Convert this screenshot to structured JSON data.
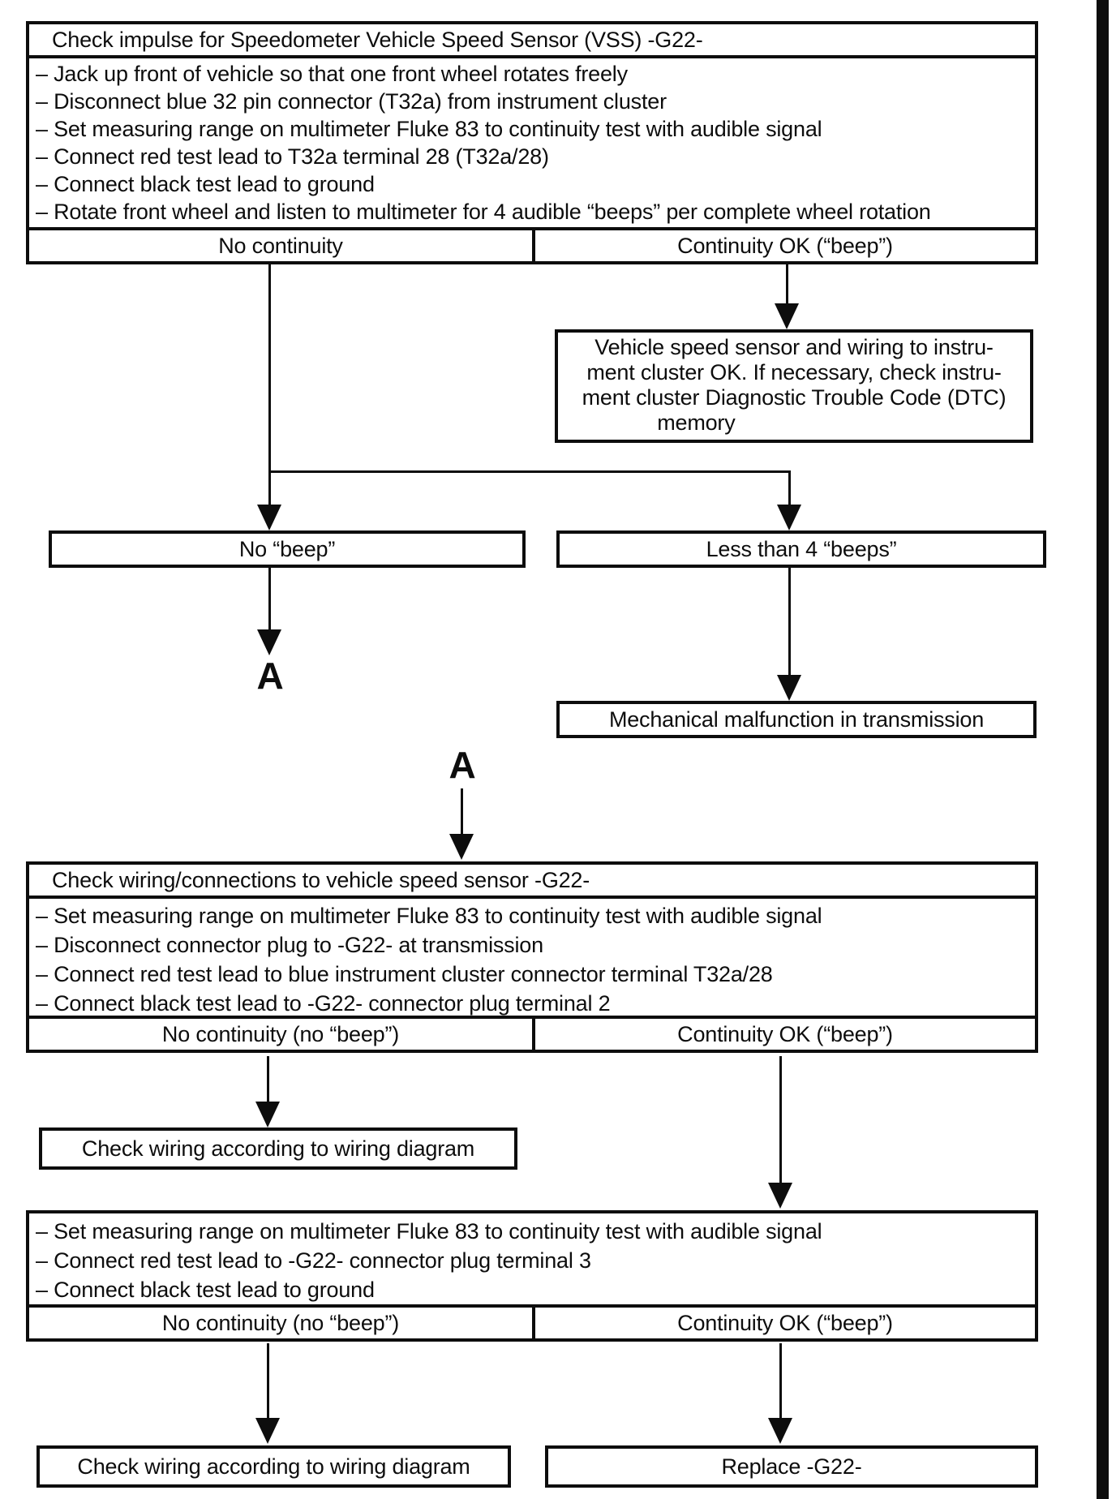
{
  "page": {
    "background": "#ffffff",
    "ink": "#0d0d0d"
  },
  "connector": {
    "label": "A"
  },
  "check1": {
    "title": "Check impulse for Speedometer Vehicle Speed Sensor (VSS) -G22-",
    "steps": [
      "– Jack up front of vehicle so that one front wheel rotates freely",
      "– Disconnect blue 32 pin connector (T32a) from instrument cluster",
      "– Set measuring range on multimeter Fluke 83 to continuity test with audible signal",
      "– Connect red test lead to T32a terminal 28 (T32a/28)",
      "– Connect black test lead to ground",
      "– Rotate front wheel and listen to multimeter for 4 audible “beeps” per complete wheel rotation"
    ],
    "outcome_left": "No continuity",
    "outcome_right": "Continuity OK (“beep”)"
  },
  "result_ok": {
    "lines": [
      "Vehicle speed sensor and wiring to instru-",
      "ment cluster OK. If necessary, check instru-",
      "ment cluster Diagnostic Trouble Code (DTC)",
      "memory"
    ]
  },
  "no_beep": {
    "label": "No “beep”"
  },
  "less_than_four": {
    "label": "Less than 4 “beeps”"
  },
  "mechanical": {
    "label": "Mechanical malfunction in transmission"
  },
  "check2": {
    "title": "Check wiring/connections to vehicle speed sensor -G22-",
    "steps": [
      "– Set measuring range on multimeter Fluke 83 to continuity test with audible signal",
      "– Disconnect connector plug to -G22- at transmission",
      "– Connect red test lead to blue instrument cluster connector terminal T32a/28",
      "– Connect black test lead to -G22- connector plug terminal 2"
    ],
    "outcome_left": "No continuity (no “beep”)",
    "outcome_right": "Continuity OK (“beep”)",
    "action": "Check wiring according to wiring diagram"
  },
  "check3": {
    "steps": [
      "– Set measuring range on multimeter Fluke 83 to continuity test with audible signal",
      "– Connect red test lead to -G22- connector plug terminal 3",
      "– Connect black test lead to ground"
    ],
    "outcome_left": "No continuity (no “beep”)",
    "outcome_right": "Continuity OK (“beep”)",
    "action_left": "Check wiring according to wiring diagram",
    "action_right": "Replace -G22-"
  }
}
